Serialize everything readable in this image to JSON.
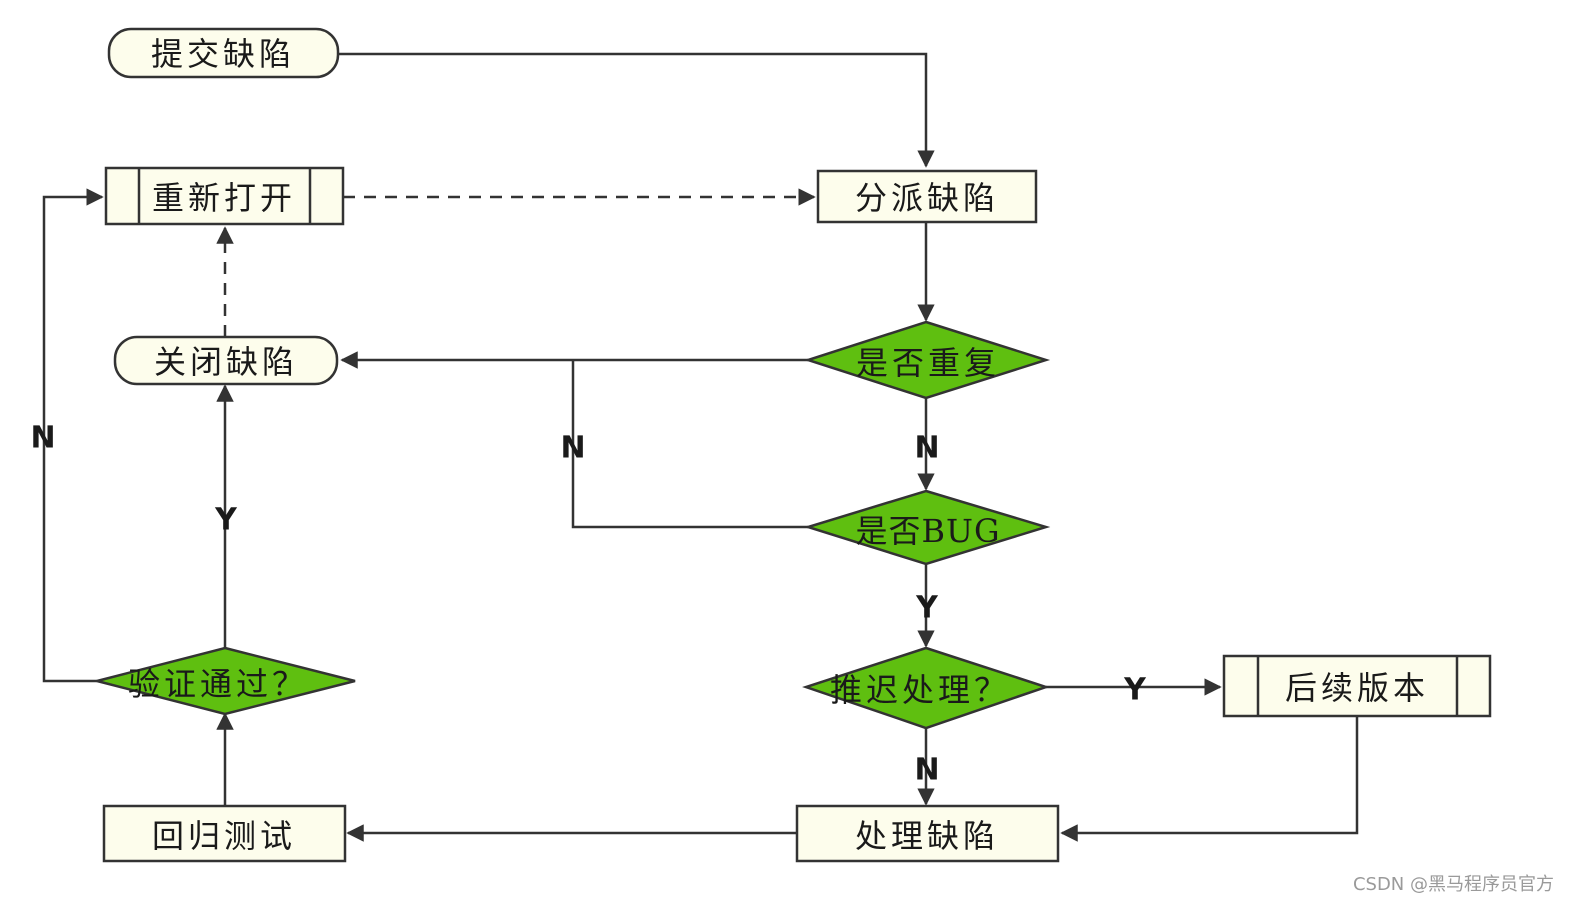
{
  "colors": {
    "box_fill": "#fdfdec",
    "diamond_fill": "#5fbf10",
    "stroke": "#333333"
  },
  "nodes": {
    "submit": "提交缺陷",
    "reopen": "重新打开",
    "assign": "分派缺陷",
    "close": "关闭缺陷",
    "is_duplicate": "是否重复",
    "is_bug": "是否BUG",
    "postpone": "推迟处理？",
    "later_version": "后续版本",
    "verify_passed": "验证通过？",
    "regression": "回归测试",
    "handle": "处理缺陷"
  },
  "labels": {
    "verify_no": "N",
    "verify_yes": "Y",
    "bug_no": "N",
    "duplicate_no": "N",
    "bug_yes": "Y",
    "postpone_yes": "Y",
    "postpone_no": "N"
  },
  "watermark": "CSDN @黑马程序员官方"
}
